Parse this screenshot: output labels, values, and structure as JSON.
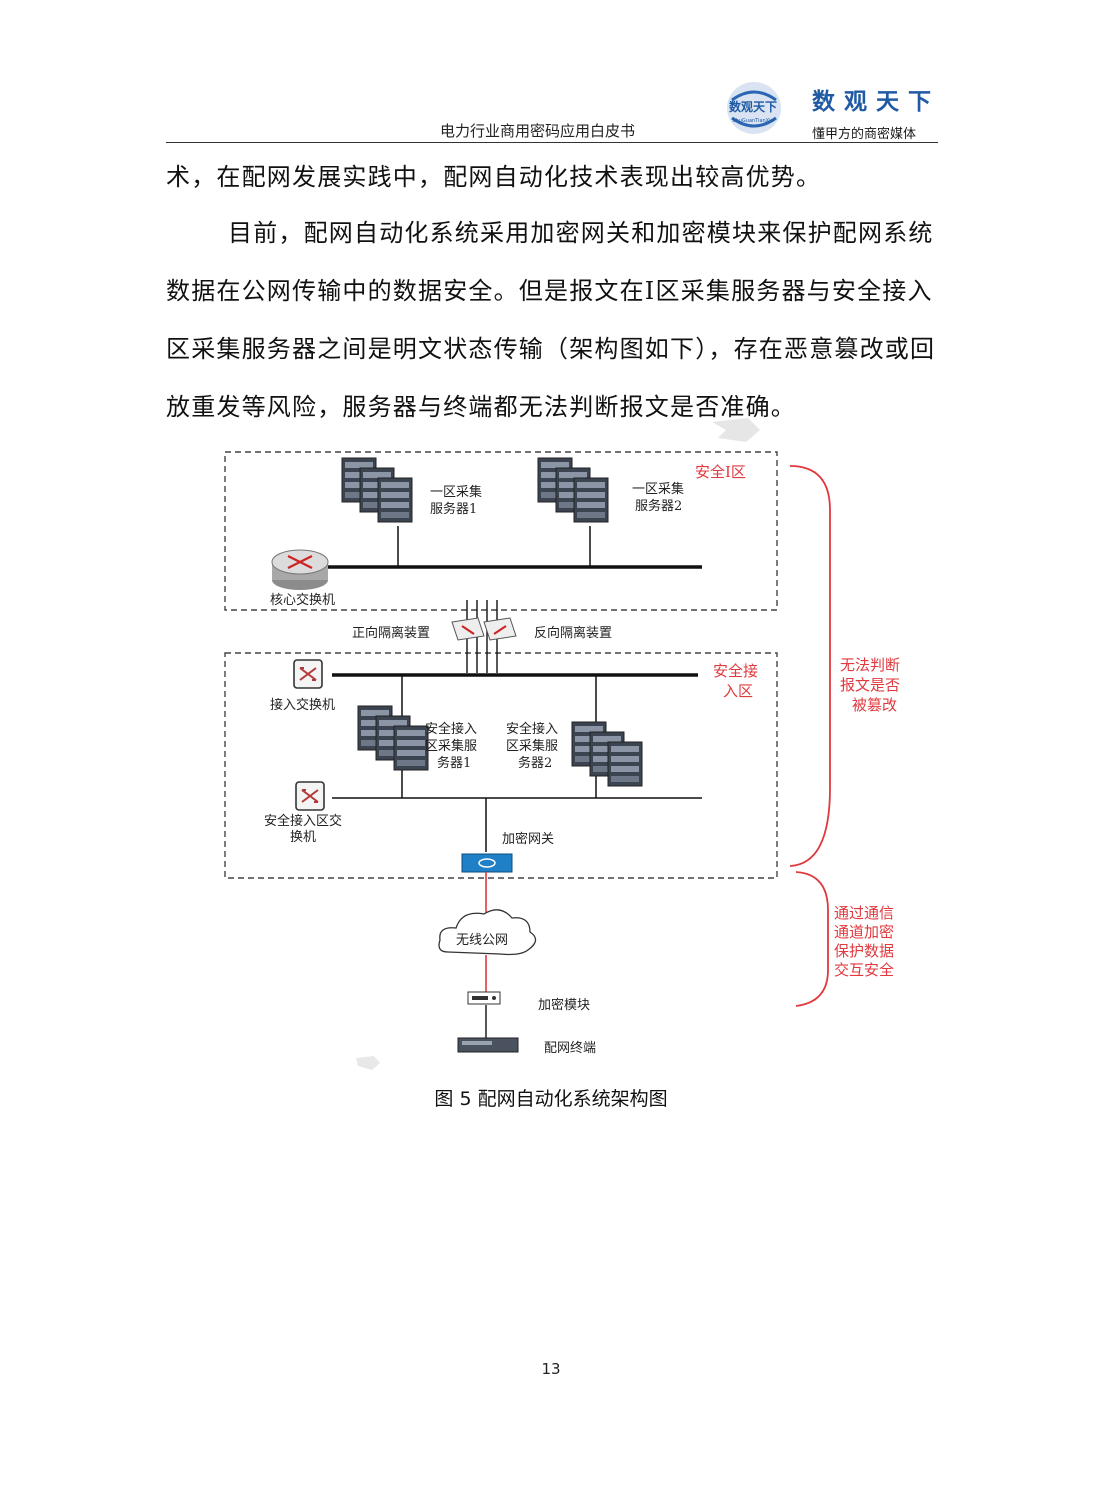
{
  "header": {
    "doc_title": "电力行业商用密码应用白皮书",
    "logo_globe_text": "数观天下",
    "logo_globe_pinyin": "ShuGuanTianXia",
    "logo_brand": "数观天下",
    "logo_slogan": "懂甲方的商密媒体"
  },
  "body": {
    "para1": "术，在配网发展实践中，配网自动化技术表现出较高优势。",
    "para2": "目前，配网自动化系统采用加密网关和加密模块来保护配网系统数据在公网传输中的数据安全。但是报文在Ⅰ区采集服务器与安全接入区采集服务器之间是明文状态传输（架构图如下），存在恶意篡改或回放重发等风险，服务器与终端都无法判断报文是否准确。"
  },
  "figure": {
    "zone1_label": "安全I区",
    "server1_l1": "一区采集",
    "server1_l2": "服务器1",
    "server2_l1": "一区采集",
    "server2_l2": "服务器2",
    "core_switch": "核心交换机",
    "forward_isolation": "正向隔离装置",
    "reverse_isolation": "反向隔离装置",
    "access_zone_l1": "安全接",
    "access_zone_l2": "入区",
    "access_switch": "接入交换机",
    "ac_server1_l1": "安全接入",
    "ac_server1_l2": "区采集服",
    "ac_server1_l3": "务器1",
    "ac_server2_l1": "安全接入",
    "ac_server2_l2": "区采集服",
    "ac_server2_l3": "务器2",
    "sec_switch_l1": "安全接入区交",
    "sec_switch_l2": "换机",
    "enc_gateway": "加密网关",
    "wireless": "无线公网",
    "enc_module": "加密模块",
    "terminal": "配网终端",
    "note1_l1": "无法判断",
    "note1_l2": "报文是否",
    "note1_l3": "被篡改",
    "note2_l1": "通过通信",
    "note2_l2": "通道加密",
    "note2_l3": "保护数据",
    "note2_l4": "交互安全",
    "accent_red": "#e0393e",
    "line_color": "#111111"
  },
  "caption": "图 5 配网自动化系统架构图",
  "page_number": "13"
}
